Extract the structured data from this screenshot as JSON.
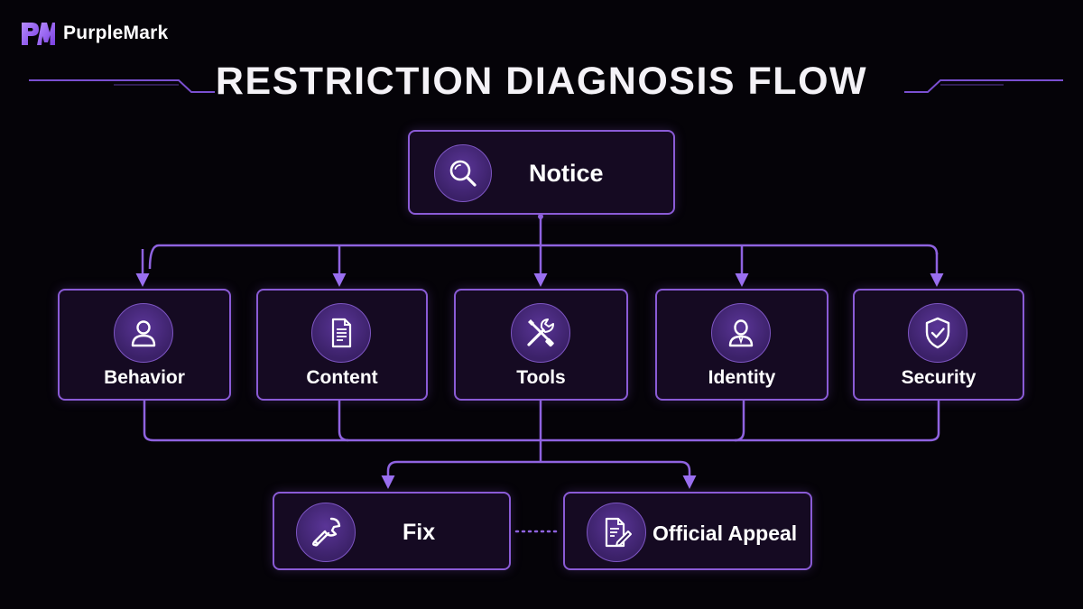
{
  "brand": {
    "name": "PurpleMark",
    "logo_text": "PM"
  },
  "title": "RESTRICTION DIAGNOSIS FLOW",
  "colors": {
    "background": "#050308",
    "accent": "#8a5bd6",
    "node_fill": "#150a22",
    "connector": "#8f63e0",
    "icon_fill": "#3b2168"
  },
  "nodes": {
    "notice": {
      "label": "Notice",
      "icon": "magnifier-icon"
    },
    "behavior": {
      "label": "Behavior",
      "icon": "user-icon"
    },
    "content": {
      "label": "Content",
      "icon": "document-icon"
    },
    "tools": {
      "label": "Tools",
      "icon": "tools-icon"
    },
    "identity": {
      "label": "Identity",
      "icon": "person-icon"
    },
    "security": {
      "label": "Security",
      "icon": "shield-check-icon"
    },
    "fix": {
      "label": "Fix",
      "icon": "wrench-icon"
    },
    "appeal": {
      "label": "Official Appeal",
      "icon": "document-edit-icon"
    }
  },
  "edges": [
    {
      "from": "notice",
      "to": "behavior"
    },
    {
      "from": "notice",
      "to": "content"
    },
    {
      "from": "notice",
      "to": "tools"
    },
    {
      "from": "notice",
      "to": "identity"
    },
    {
      "from": "notice",
      "to": "security"
    },
    {
      "from": "behavior",
      "to": "merge"
    },
    {
      "from": "content",
      "to": "merge"
    },
    {
      "from": "tools",
      "to": "merge"
    },
    {
      "from": "identity",
      "to": "merge"
    },
    {
      "from": "security",
      "to": "merge"
    },
    {
      "from": "merge",
      "to": "fix"
    },
    {
      "from": "merge",
      "to": "appeal"
    },
    {
      "from": "fix",
      "to": "appeal",
      "style": "dotted"
    }
  ]
}
